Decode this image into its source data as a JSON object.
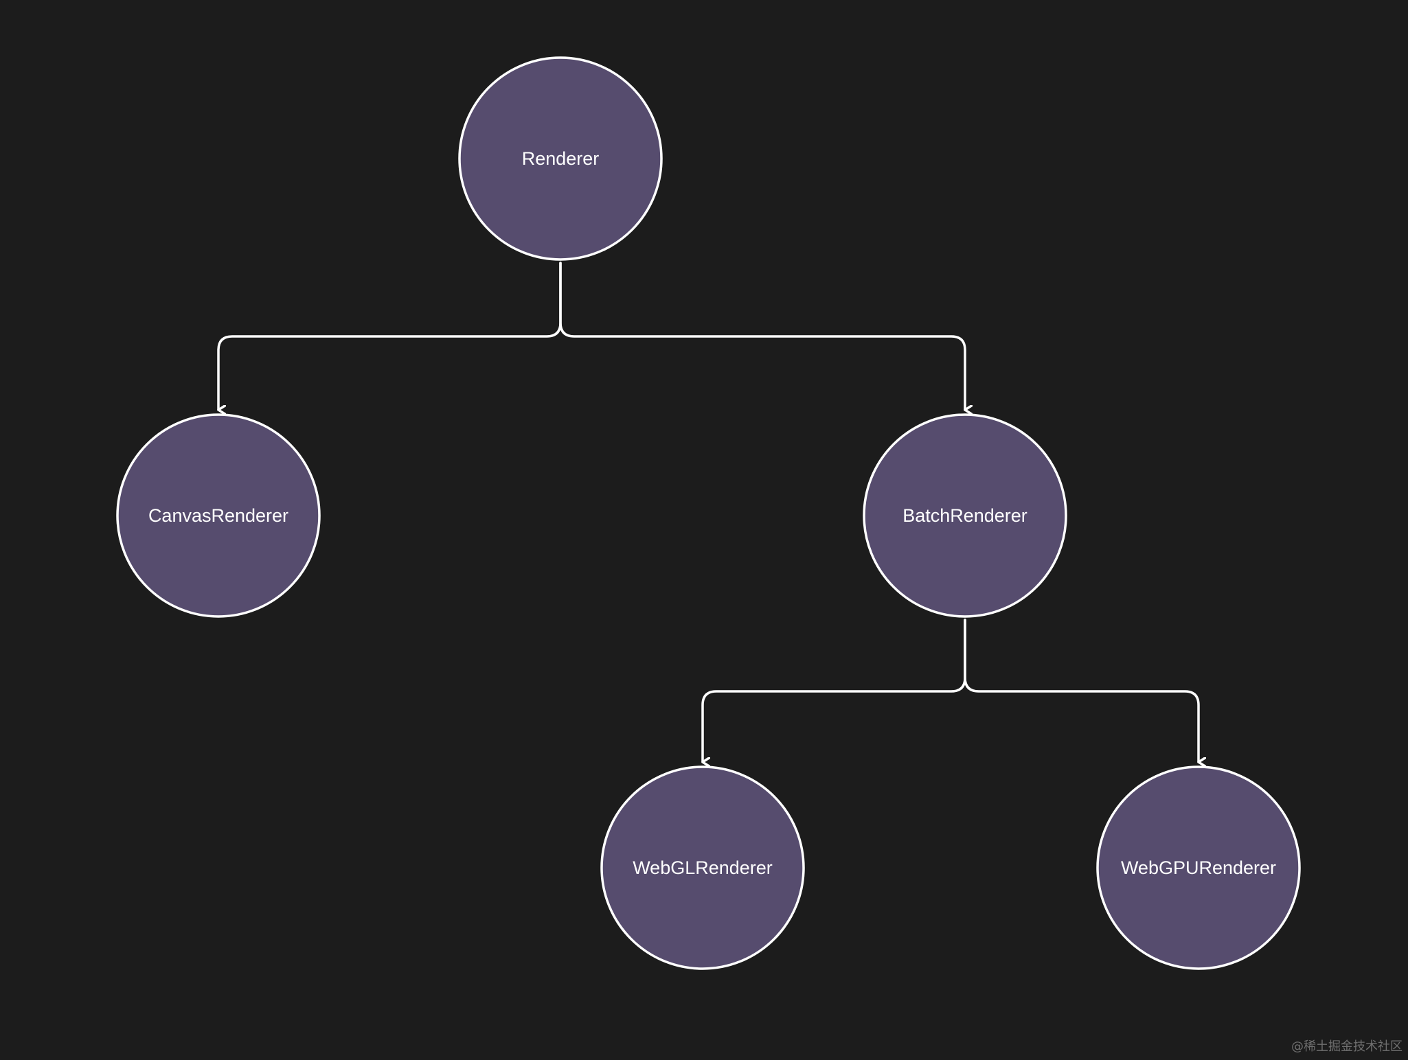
{
  "diagram": {
    "background": "#1c1c1c",
    "node_fill": "#564c6e",
    "stroke_color": "#ffffff",
    "nodes": [
      {
        "id": "renderer",
        "label": "Renderer"
      },
      {
        "id": "canvas-renderer",
        "label": "CanvasRenderer"
      },
      {
        "id": "batch-renderer",
        "label": "BatchRenderer"
      },
      {
        "id": "webgl-renderer",
        "label": "WebGLRenderer"
      },
      {
        "id": "webgpu-renderer",
        "label": "WebGPURenderer"
      }
    ],
    "edges": [
      {
        "from": "renderer",
        "to": "canvas-renderer"
      },
      {
        "from": "renderer",
        "to": "batch-renderer"
      },
      {
        "from": "batch-renderer",
        "to": "webgl-renderer"
      },
      {
        "from": "batch-renderer",
        "to": "webgpu-renderer"
      }
    ]
  },
  "watermark": "@稀土掘金技术社区"
}
